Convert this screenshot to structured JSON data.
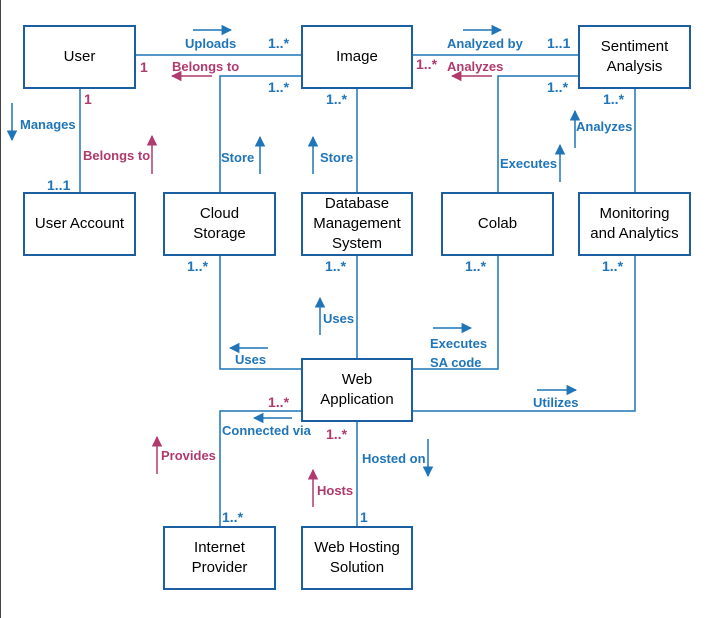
{
  "colors": {
    "box_border": "#1b5fa2",
    "line": "#1f75b8",
    "blue_text": "#1f75b8",
    "red_text": "#b03a6e"
  },
  "entities": {
    "user": "User",
    "image": "Image",
    "sentiment_analysis": "Sentiment\nAnalysis",
    "user_account": "User Account",
    "cloud_storage": "Cloud\nStorage",
    "dbms": "Database\nManagement\nSystem",
    "colab": "Colab",
    "monitoring": "Monitoring\nand Analytics",
    "web_application": "Web\nApplication",
    "internet_provider": "Internet\nProvider",
    "web_hosting": "Web Hosting\nSolution"
  },
  "relations": {
    "uploads": "Uploads",
    "belongs_to_image": "Belongs to",
    "analyzed_by": "Analyzed by",
    "analyzes_image": "Analyzes",
    "manages": "Manages",
    "belongs_to_account": "Belongs to",
    "store_cloud": "Store",
    "store_db": "Store",
    "executes_colab": "Executes",
    "analyzes_monitor": "Analyzes",
    "uses_db": "Uses",
    "uses_cloud": "Uses",
    "executes_sa": "Executes\nSA code",
    "utilizes": "Utilizes",
    "connected_via": "Connected via",
    "provides": "Provides",
    "hosted_on": "Hosted on",
    "hosts": "Hosts"
  },
  "multiplicities": {
    "user_uploads": "1",
    "image_uploads": "1..*",
    "image_analyzed": "1..*",
    "sa_analyzed": "1..1",
    "user_manages": "1",
    "account_manages": "1..1",
    "image_cloud": "1..*",
    "image_db": "1..*",
    "sa_colab": "1..*",
    "sa_monitor": "1..*",
    "cloud_web": "1..*",
    "db_web": "1..*",
    "colab_web": "1..*",
    "monitor_web": "1..*",
    "web_internet": "1..*",
    "web_hosting": "1..*",
    "internet_web": "1..*",
    "hosting_web": "1"
  }
}
